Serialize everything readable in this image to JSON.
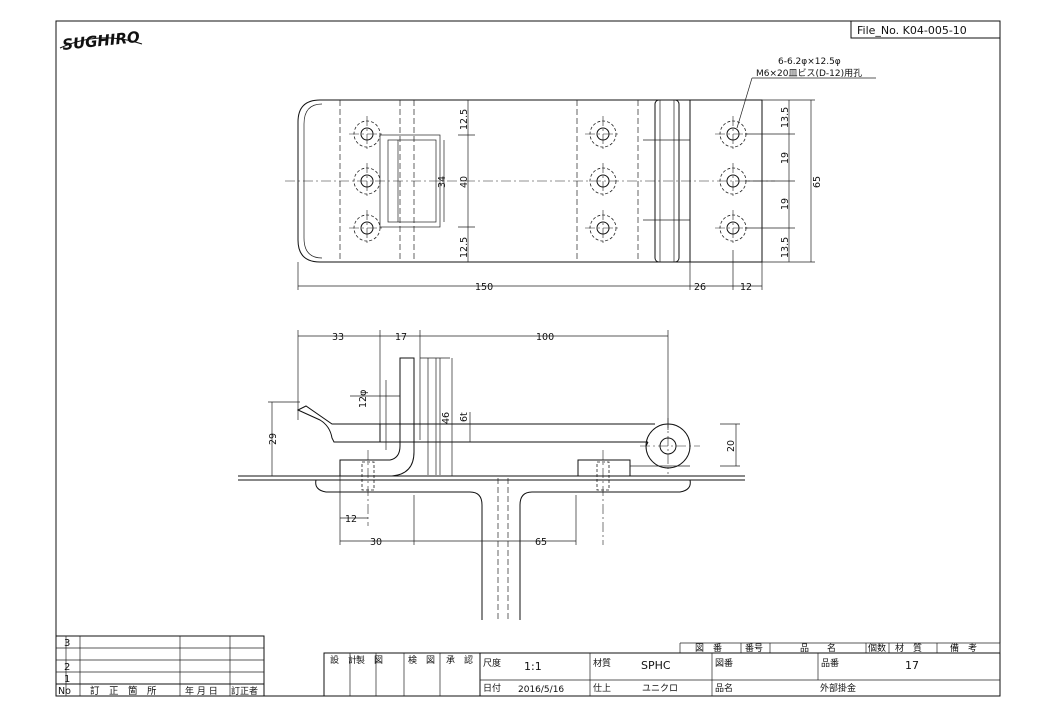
{
  "header": {
    "file_no": "File_No. K04-005-10",
    "logo_text": "SUGHIRO"
  },
  "annotations": {
    "hole_spec_line1": "6-6.2φ×12.5φ",
    "hole_spec_line2": "M6×20皿ビス(D-12)用孔"
  },
  "dimensions": {
    "top": {
      "d_12_5_upper": "12.5",
      "d_34": "34",
      "d_40": "40",
      "d_12_5_lower": "12.5",
      "d_13_5_upper": "13.5",
      "d_19_upper": "19",
      "d_19_lower": "19",
      "d_13_5_lower": "13.5",
      "d_65": "65",
      "d_150": "150",
      "d_26": "26",
      "d_12": "12"
    },
    "side": {
      "d_33": "33",
      "d_17": "17",
      "d_100": "100",
      "d_12phi": "12φ",
      "d_29": "29",
      "d_46": "46",
      "d_6t": "6t",
      "d_20": "20",
      "d_12": "12",
      "d_30": "30",
      "d_65": "65"
    }
  },
  "title_block": {
    "rev_rows": [
      "3",
      "2",
      "1"
    ],
    "rev_headers": [
      "No",
      "訂　正　箇　所",
      "年 月 日",
      "訂正者"
    ],
    "sign_headers": [
      "設　計",
      "製　図",
      "検　図",
      "承　認"
    ],
    "scale_label": "尺度",
    "scale_value": "1:1",
    "material_label": "材質",
    "material_value": "SPHC",
    "drawing_no_label": "図番",
    "part_no_label": "品番",
    "part_no_value": "17",
    "date_label": "日付",
    "date_value": "2016/5/16",
    "finish_label": "仕上",
    "finish_value": "ユニクロ",
    "part_name_label": "品名",
    "part_name_value": "外部掛金",
    "parts_headers": [
      "図　番",
      "番号",
      "品　　名",
      "個数",
      "材　質",
      "備　考"
    ]
  }
}
